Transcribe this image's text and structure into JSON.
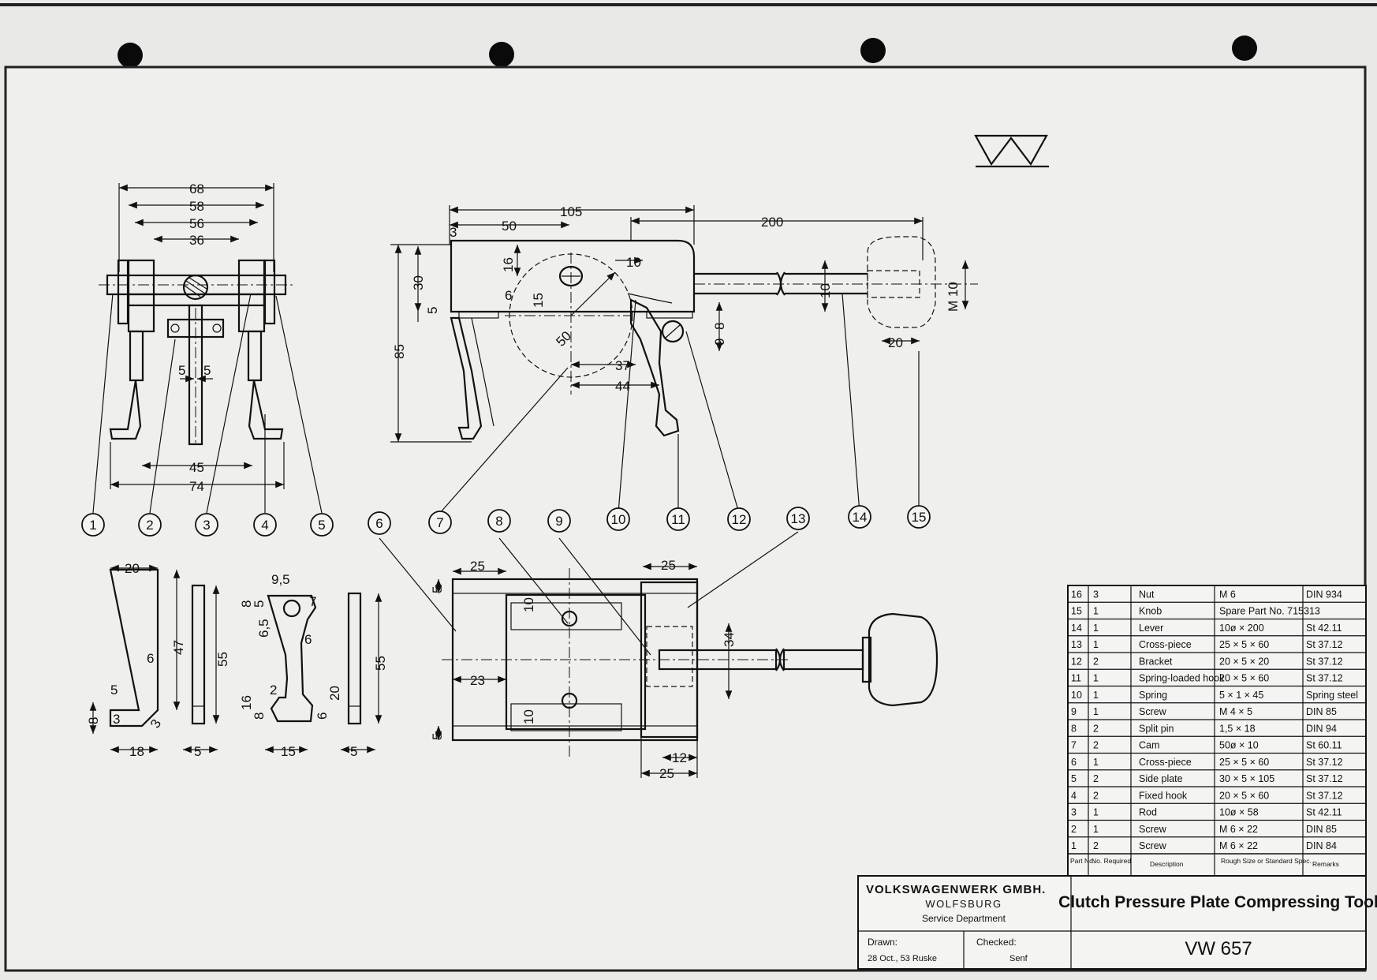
{
  "logo": "VW",
  "dimensions": {
    "front": [
      "68",
      "58",
      "56",
      "36",
      "5",
      "5",
      "45",
      "74"
    ],
    "side": [
      "105",
      "50",
      "200",
      "30",
      "16",
      "5",
      "15",
      "85",
      "10",
      "50",
      "37",
      "44",
      "10",
      "M 10",
      "8",
      "9",
      "20",
      "3",
      "6"
    ],
    "parts": [
      "20",
      "47",
      "6",
      "5",
      "3",
      "8",
      "18",
      "3",
      "5",
      "55",
      "9,5",
      "8",
      "5",
      "7",
      "6,5",
      "6",
      "20",
      "16",
      "8",
      "2",
      "6",
      "15",
      "55",
      "5"
    ],
    "plan": [
      "25",
      "25",
      "5",
      "10",
      "23",
      "10",
      "5",
      "34",
      "12",
      "25"
    ]
  },
  "callouts": [
    "1",
    "2",
    "3",
    "4",
    "5",
    "6",
    "7",
    "8",
    "9",
    "10",
    "11",
    "12",
    "13",
    "14",
    "15"
  ],
  "parts_list": {
    "headers": [
      "Part No.",
      "No. Required",
      "Description",
      "Rough Size or Standard Spec.",
      "Remarks"
    ],
    "rows": [
      [
        "16",
        "3",
        "Nut",
        "M 6",
        "DIN 934"
      ],
      [
        "15",
        "1",
        "Knob",
        "Spare Part No. 715313",
        ""
      ],
      [
        "14",
        "1",
        "Lever",
        "10ø × 200",
        "St 42.11"
      ],
      [
        "13",
        "1",
        "Cross-piece",
        "25 × 5 × 60",
        "St 37.12"
      ],
      [
        "12",
        "2",
        "Bracket",
        "20 × 5 × 20",
        "St 37.12"
      ],
      [
        "11",
        "1",
        "Spring-loaded hook",
        "20 × 5 × 60",
        "St 37.12"
      ],
      [
        "10",
        "1",
        "Spring",
        "5 × 1 × 45",
        "Spring steel"
      ],
      [
        "9",
        "1",
        "Screw",
        "M 4 × 5",
        "DIN 85"
      ],
      [
        "8",
        "2",
        "Split pin",
        "1,5 × 18",
        "DIN 94"
      ],
      [
        "7",
        "2",
        "Cam",
        "50ø × 10",
        "St 60.11"
      ],
      [
        "6",
        "1",
        "Cross-piece",
        "25 × 5 × 60",
        "St 37.12"
      ],
      [
        "5",
        "2",
        "Side plate",
        "30 × 5 × 105",
        "St 37.12"
      ],
      [
        "4",
        "2",
        "Fixed hook",
        "20 × 5 × 60",
        "St 37.12"
      ],
      [
        "3",
        "1",
        "Rod",
        "10ø × 58",
        "St 42.11"
      ],
      [
        "2",
        "1",
        "Screw",
        "M 6 × 22",
        "DIN 85"
      ],
      [
        "1",
        "2",
        "Screw",
        "M 6 × 22",
        "DIN 84"
      ]
    ]
  },
  "title_block": {
    "company": "VOLKSWAGENWERK GMBH.",
    "city": "WOLFSBURG",
    "department": "Service Department",
    "title": "Clutch Pressure Plate Compressing Tool",
    "drawn_label": "Drawn:",
    "drawn_value": "28 Oct., 53 Ruske",
    "checked_label": "Checked:",
    "checked_value": "Senf",
    "number": "VW 657"
  }
}
